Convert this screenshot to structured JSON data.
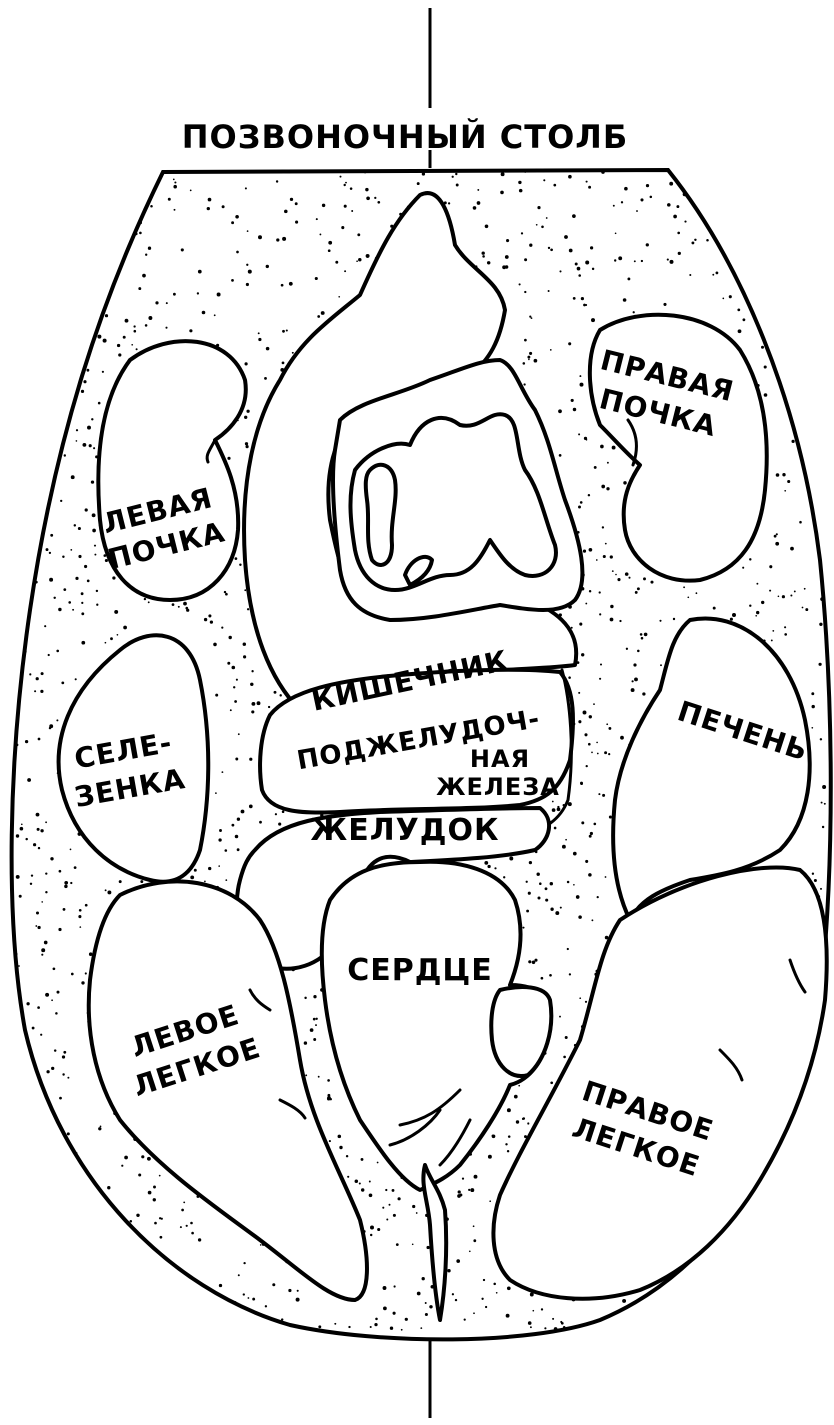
{
  "labels": {
    "spine": "ПОЗВОНОЧНЫЙ СТОЛБ",
    "left_kidney_1": "ЛЕВАЯ",
    "left_kidney_2": "ПОЧКА",
    "right_kidney_1": "ПРАВАЯ",
    "right_kidney_2": "ПОЧКА",
    "intestine": "КИШЕЧНИК",
    "pancreas_1": "ПОДЖЕЛУДОЧ-",
    "pancreas_2": "НАЯ",
    "pancreas_3": "ЖЕЛЕЗА",
    "spleen_1": "СЕЛЕ-",
    "spleen_2": "ЗЕНКА",
    "liver": "ПЕЧЕНЬ",
    "stomach": "ЖЕЛУДОК",
    "heart": "СЕРДЦЕ",
    "left_lung_1": "ЛЕВОЕ",
    "left_lung_2": "ЛЕГКОЕ",
    "right_lung_1": "ПРАВОЕ",
    "right_lung_2": "ЛЕГКОЕ"
  },
  "colors": {
    "ink": "#000000",
    "background": "#ffffff"
  }
}
